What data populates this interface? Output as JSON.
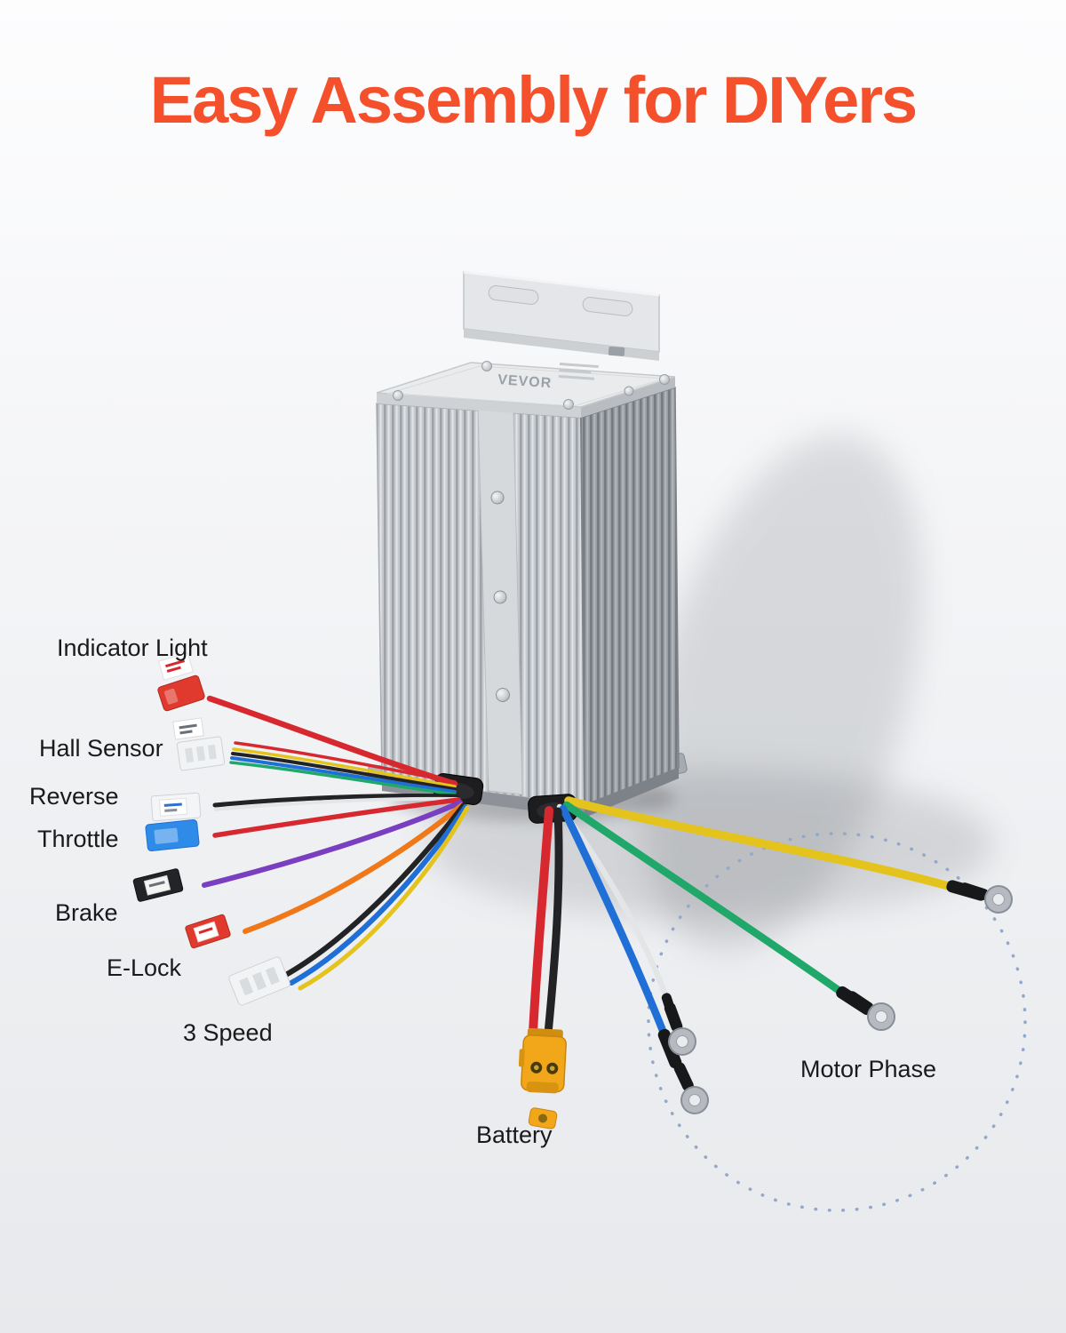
{
  "page": {
    "title": "Easy Assembly for DIYers"
  },
  "device": {
    "brand": "VEVOR"
  },
  "labels": {
    "indicator_light": "Indicator Light",
    "hall_sensor": "Hall Sensor",
    "reverse": "Reverse",
    "throttle": "Throttle",
    "brake": "Brake",
    "e_lock": "E-Lock",
    "three_speed": "3 Speed",
    "battery": "Battery",
    "motor_phase": "Motor Phase"
  },
  "colors": {
    "title": "#F4502C",
    "label_text": "#1A1A1D",
    "wire_red": "#D7282F",
    "wire_black": "#232326",
    "wire_blue": "#1F6FD6",
    "wire_green": "#1FA86A",
    "wire_yellow": "#E4C31C",
    "wire_orange": "#F07818",
    "wire_purple": "#7A3FC1",
    "wire_white": "#E4E5E7",
    "connector_red": "#E03A2F",
    "connector_blue": "#2E8BE8",
    "battery_connector": "#F2A71B",
    "dotted_circle": "#93A7C9"
  }
}
